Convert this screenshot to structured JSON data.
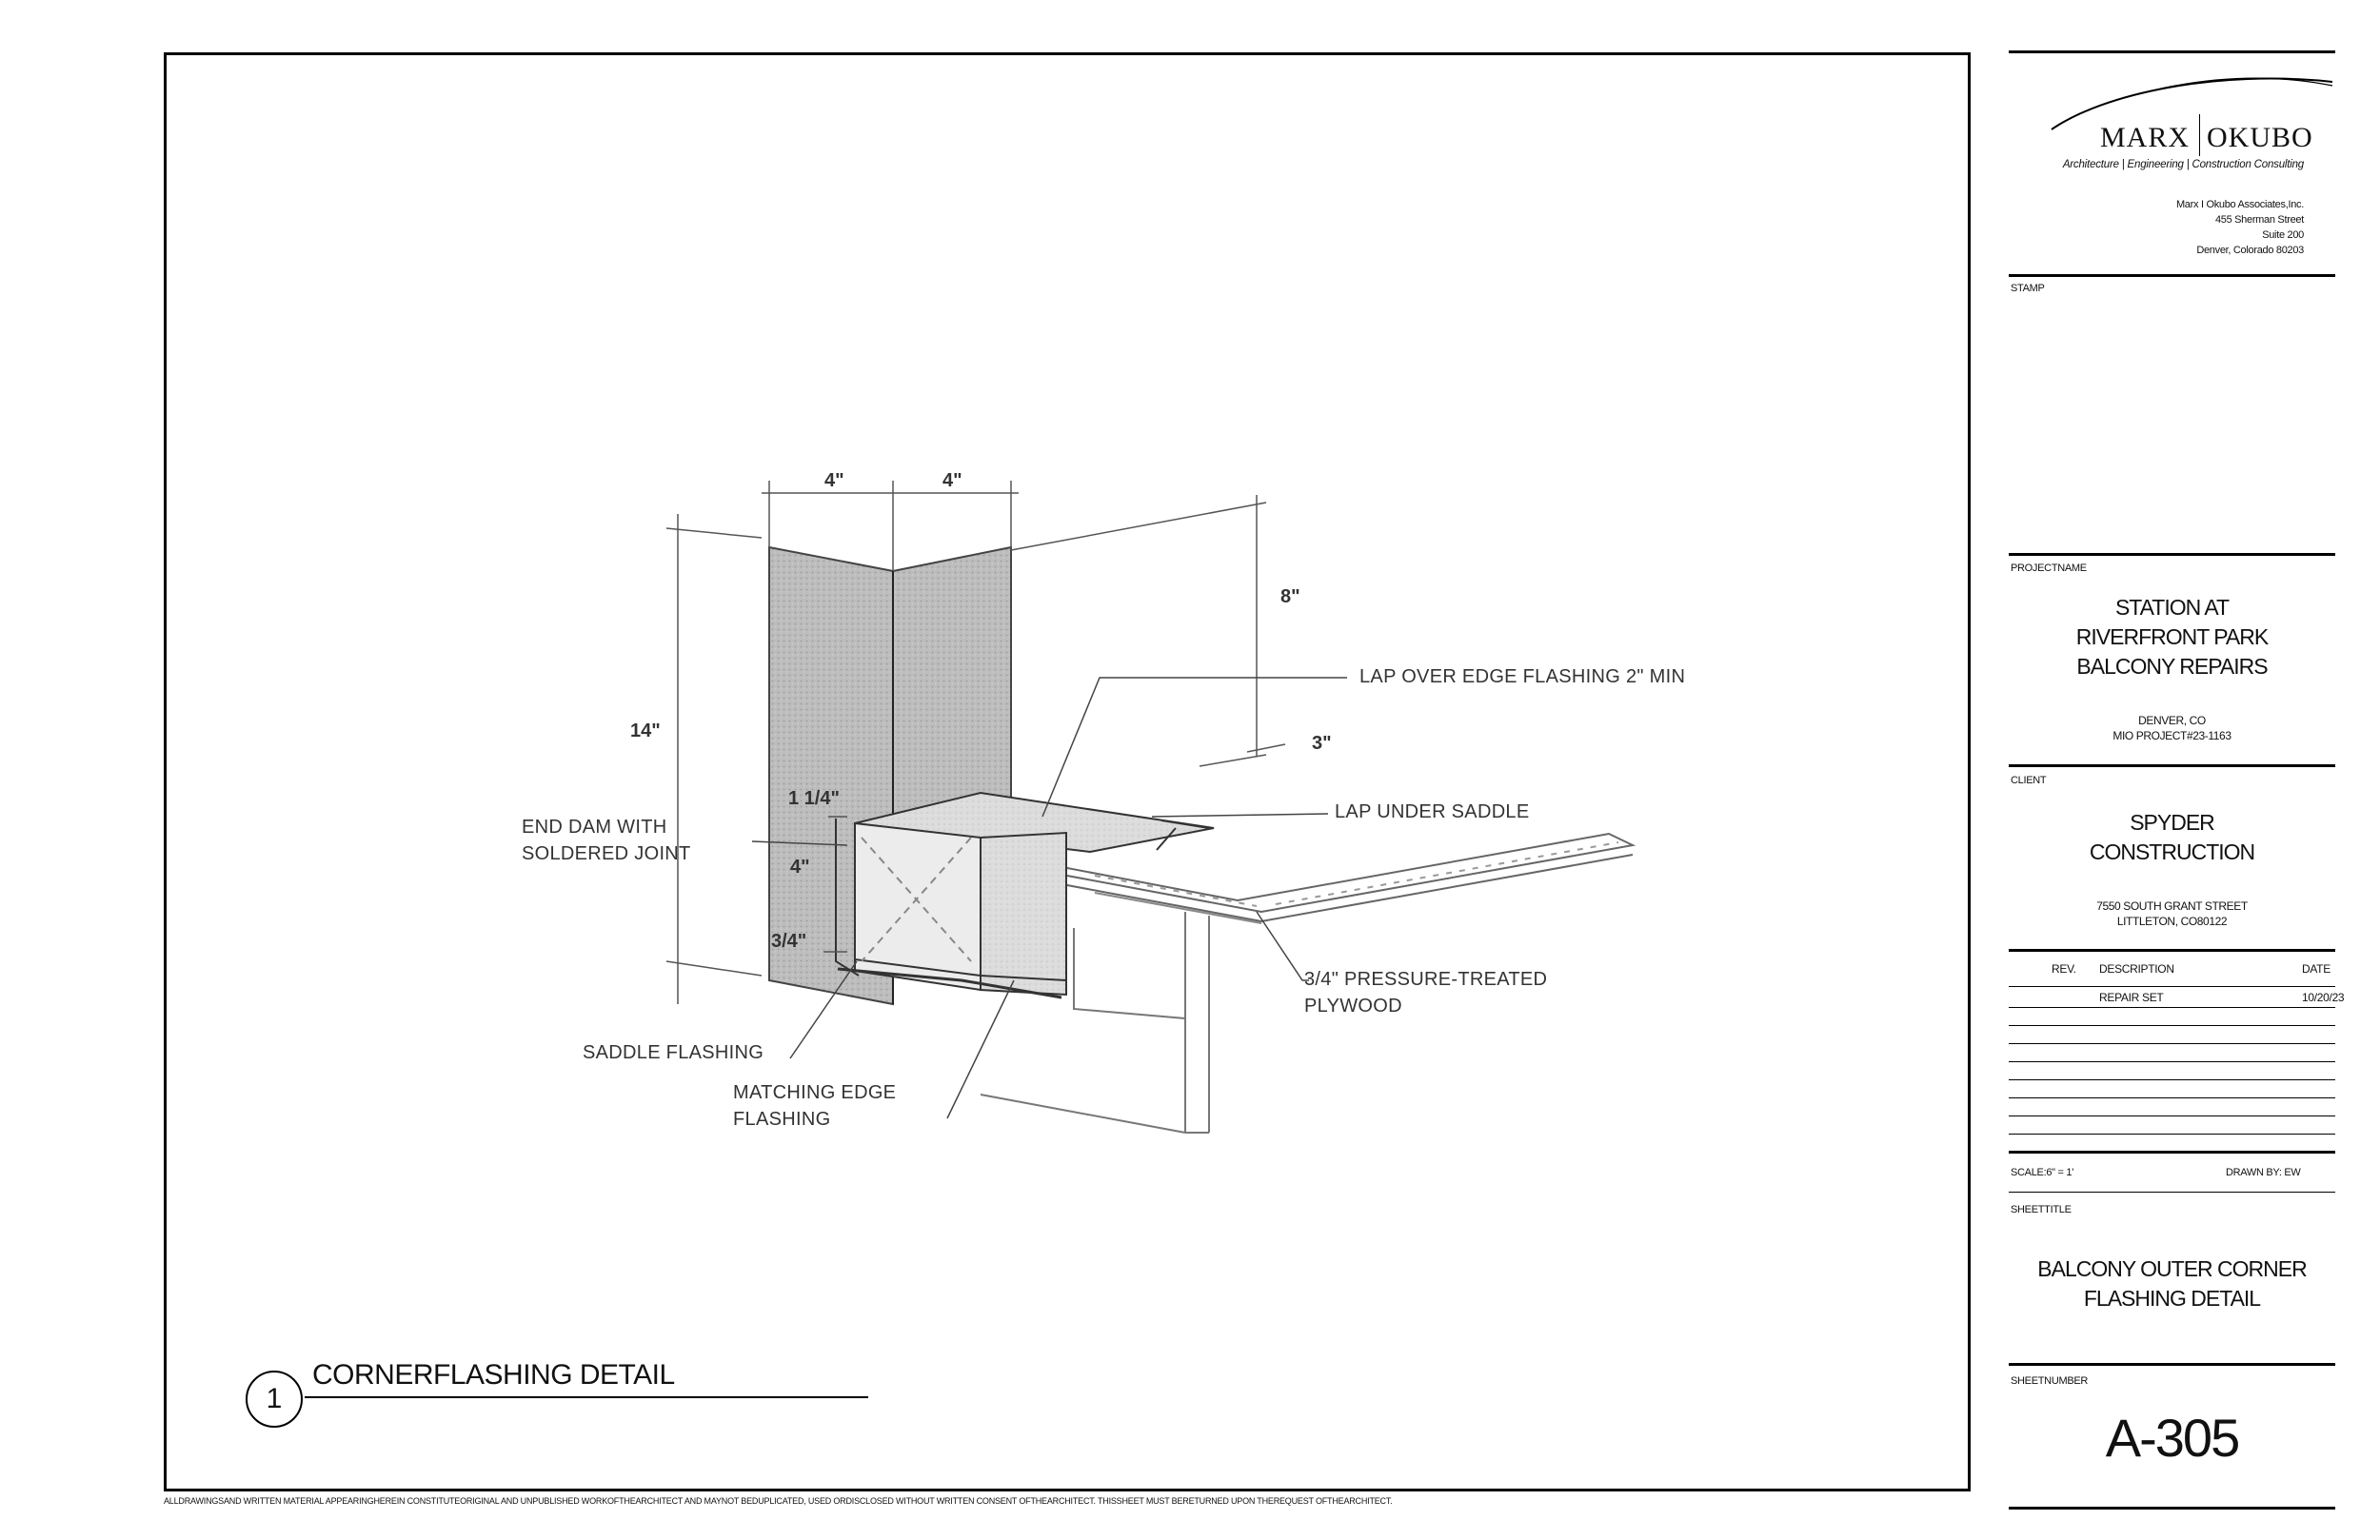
{
  "drawing": {
    "dimensions": {
      "d_4a": "4\"",
      "d_4b": "4\"",
      "d_8": "8\"",
      "d_14": "14\"",
      "d_3": "3\"",
      "d_114": "1 1/4\"",
      "d_4c": "4\"",
      "d_34": "3/4\""
    },
    "notes": {
      "lap_over_edge": "LAP OVER EDGE FLASHING 2\" MIN",
      "lap_under_saddle": "LAP UNDER SADDLE",
      "end_dam_1": "END DAM WITH",
      "end_dam_2": "SOLDERED JOINT",
      "plywood_1": "3/4\" PRESSURE-TREATED",
      "plywood_2": "PLYWOOD",
      "saddle": "SADDLE FLASHING",
      "matching_1": "MATCHING EDGE",
      "matching_2": "FLASHING"
    },
    "detail_number": "1",
    "detail_title": "CORNERFLASHING DETAIL",
    "disclaimer": "ALLDRAWINGSAND  WRITTEN MATERIAL  APPEARINGHEREIN  CONSTITUTEORIGINAL  AND UNPUBLISHED WORKOFTHEARCHITECT   AND MAYNOT  BEDUPLICATED,  USED ORDISCLOSED WITHOUT  WRITTEN CONSENT OFTHEARCHITECT.   THISSHEET MUST BERETURNED UPON  THEREQUEST OFTHEARCHITECT."
  },
  "title_block": {
    "firm": {
      "logo_left": "MARX",
      "logo_right": "OKUBO",
      "tagline": "Architecture | Engineering | Construction Consulting",
      "address": [
        "Marx I  Okubo Associates,Inc.",
        "455 Sherman Street",
        "Suite 200",
        "Denver, Colorado 80203"
      ]
    },
    "stamp_label": "STAMP",
    "project_label": "PROJECTNAME",
    "project_name": [
      "STATION AT",
      "RIVERFRONT PARK",
      "BALCONY REPAIRS"
    ],
    "project_location": "DENVER, CO",
    "project_number": "MIO  PROJECT#23-1163",
    "client_label": "CLIENT",
    "client_name": [
      "SPYDER",
      "CONSTRUCTION"
    ],
    "client_address": [
      "7550  SOUTH GRANT STREET",
      "LITTLETON, CO80122"
    ],
    "revisions": {
      "rev_header": "REV.",
      "desc_header": "DESCRIPTION",
      "date_header": "DATE",
      "rows": [
        {
          "rev": "",
          "description": "REPAIR SET",
          "date": "10/20/23"
        }
      ]
    },
    "scale": "SCALE:6\" = 1'",
    "drawn_by": "DRAWN BY: EW",
    "sheet_title_label": "SHEETTITLE",
    "sheet_title": [
      "BALCONY OUTER CORNER",
      "FLASHING DETAIL"
    ],
    "sheet_number_label": "SHEETNUMBER",
    "sheet_number": "A-305"
  }
}
